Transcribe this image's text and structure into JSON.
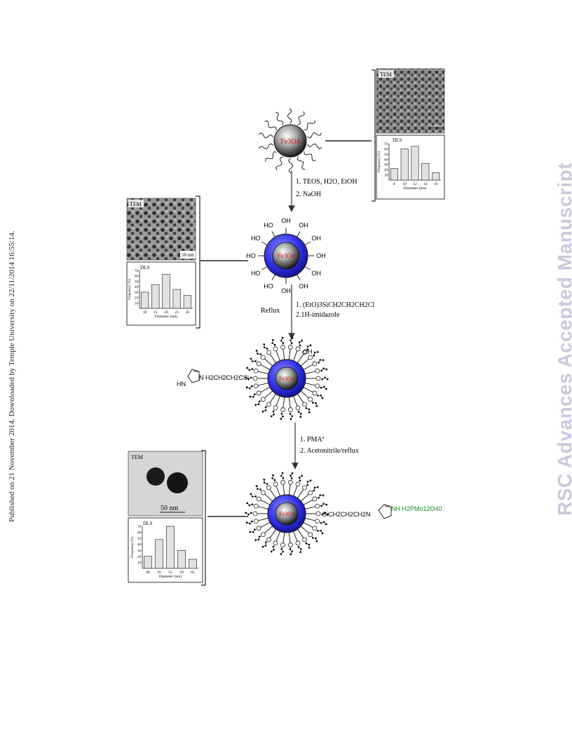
{
  "side_note": "Published on 21 November 2014. Downloaded by Temple University on 22/11/2014 16:55:14.",
  "watermark": "RSC Advances Accepted Manuscript",
  "core_label": "Fe3O4",
  "colors": {
    "shell": "#2e2ee6",
    "core_text": "#cc1111",
    "green_text": "#1a8a1a",
    "watermark": "#c9c9de"
  },
  "steps": [
    {
      "line1": "1. TEOS, H2O, EtOH",
      "line2": "2. NaOH"
    },
    {
      "line1": "1. (EtO)3SiCH2CH2CH2Cl",
      "line2": "2.1H-imidazole",
      "side": "Reflux"
    },
    {
      "line1": "1. PMA",
      "sup": "a",
      "line2": "2. Acetonitrile/reflux"
    }
  ],
  "hydroxyl": "HO",
  "linker1": "N H2CH2CH2CSi",
  "linker2": "SiCH2CH2CH2N",
  "acid": "NH H2PMo12O40",
  "panels": [
    {
      "tem": "TEM",
      "scale": "50 nm",
      "dls": "DLS",
      "ylabel": "Frequency (%)",
      "xlabel": "Diameter (nm)",
      "yticks": [
        "10",
        "20",
        "30",
        "40",
        "50",
        "60",
        "70"
      ],
      "xticks": [
        "8",
        "10",
        "12",
        "14",
        "16"
      ]
    },
    {
      "tem": "TEM",
      "scale": "50 nm",
      "dls": "DLS",
      "ylabel": "Frequency (%)",
      "xlabel": "Diameter (nm)",
      "yticks": [
        "10",
        "20",
        "30",
        "40",
        "50",
        "60",
        "70"
      ],
      "xticks": [
        "10",
        "15",
        "20",
        "25",
        "30"
      ]
    },
    {
      "tem": "TEM",
      "scale": "50 nm",
      "dls": "DLS",
      "ylabel": "Frequency (%)",
      "xlabel": "Diameter (nm)",
      "yticks": [
        "10",
        "20",
        "30",
        "40",
        "50",
        "60",
        "70"
      ],
      "xticks": [
        "46",
        "50",
        "55",
        "58",
        "65"
      ]
    }
  ],
  "chart_data": [
    {
      "type": "bar",
      "title": "DLS",
      "xlabel": "Diameter (nm)",
      "ylabel": "Frequency (%)",
      "categories": [
        "8",
        "10",
        "12",
        "14",
        "16"
      ],
      "values": [
        22,
        60,
        65,
        32,
        14
      ],
      "ylim": [
        0,
        70
      ]
    },
    {
      "type": "bar",
      "title": "DLS",
      "xlabel": "Diameter (nm)",
      "ylabel": "Frequency (%)",
      "categories": [
        "10",
        "15",
        "20",
        "25",
        "30"
      ],
      "values": [
        30,
        44,
        63,
        35,
        24
      ],
      "ylim": [
        0,
        70
      ]
    },
    {
      "type": "bar",
      "title": "DLS",
      "xlabel": "Diameter (nm)",
      "ylabel": "Frequency (%)",
      "categories": [
        "46",
        "50",
        "55",
        "58",
        "65"
      ],
      "values": [
        20,
        48,
        70,
        30,
        15
      ],
      "ylim": [
        0,
        70
      ]
    }
  ]
}
